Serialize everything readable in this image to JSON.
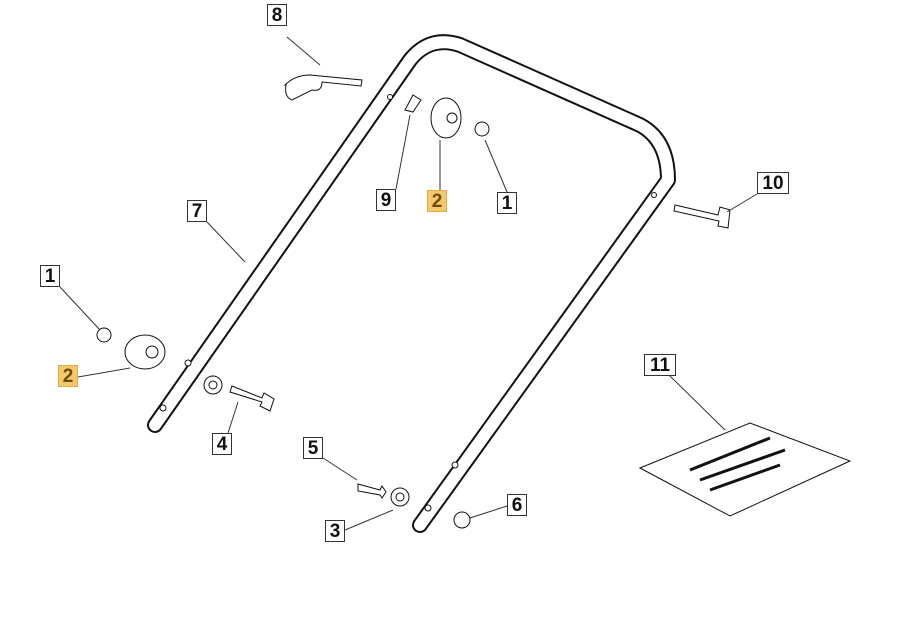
{
  "labels": {
    "p8": "8",
    "p7": "7",
    "p9": "9",
    "p2a": "2",
    "p1a": "1",
    "p10": "10",
    "p1b": "1",
    "p2b": "2",
    "p4": "4",
    "p5": "5",
    "p3": "3",
    "p6": "6",
    "p11": "11"
  },
  "colors": {
    "highlight": "#f5c96a",
    "line": "#111111"
  }
}
